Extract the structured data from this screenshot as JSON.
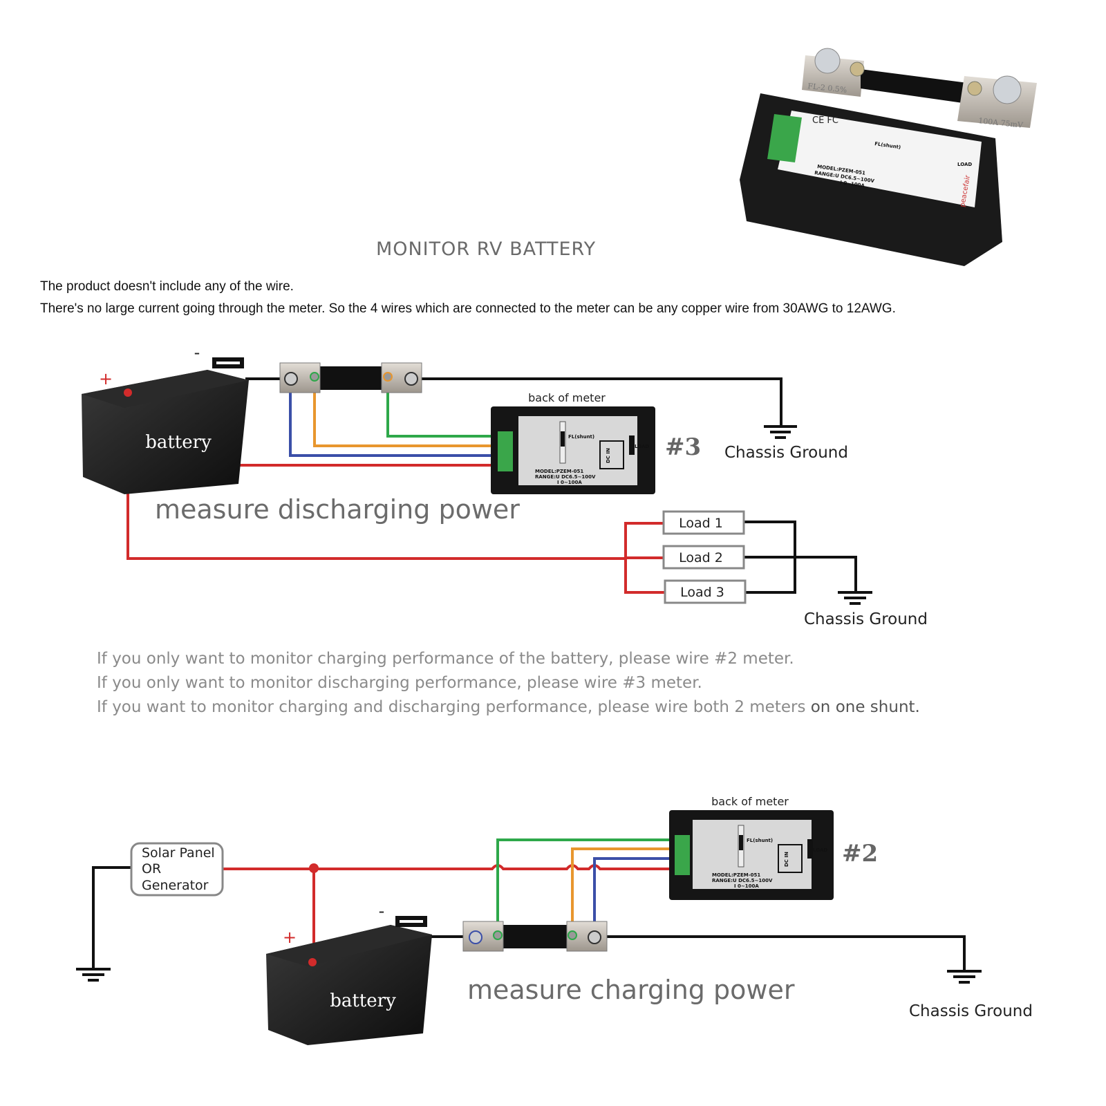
{
  "title": "MONITOR RV BATTERY",
  "notes": [
    "The product doesn't include any of the wire.",
    "There's no large current going through the meter. So the 4 wires which are connected to the meter can be any copper wire from 30AWG to 12AWG."
  ],
  "product_photo": {
    "shunt_left_marking": "FL-2 0.5%",
    "shunt_right_marking": "100A 75mV",
    "certifications": "CE FC",
    "brand": "peacefair"
  },
  "meter_label": {
    "shunt": "FL(shunt)",
    "load": "LOAD",
    "dc_in": "DC IN",
    "model": "MODEL:PZEM-051",
    "range_u": "RANGE:U DC6.5~100V",
    "range_i": "I 0~100A"
  },
  "diagram_discharge": {
    "battery_label": "battery",
    "plus": "+",
    "minus": "-",
    "meter_caption": "back of meter",
    "meter_number": "#3",
    "ground_label": "Chassis Ground",
    "caption": "measure discharging power",
    "loads": [
      "Load 1",
      "Load 2",
      "Load 3"
    ],
    "load_ground_label": "Chassis Ground"
  },
  "instructions": {
    "line1": "If you only want to monitor charging performance of the battery, please wire #2 meter.",
    "line2": "If you only want to monitor discharging performance, please wire #3 meter.",
    "line3_a": "If you want to monitor charging and discharging performance, please wire both 2 meters ",
    "line3_b": "on one shunt."
  },
  "diagram_charge": {
    "source_lines": [
      "Solar Panel",
      "OR",
      "Generator"
    ],
    "battery_label": "battery",
    "plus": "+",
    "minus": "-",
    "meter_caption": "back of meter",
    "meter_number": "#2",
    "caption": "measure charging power",
    "ground_label": "Chassis Ground"
  },
  "colors": {
    "positive_wire": "#d22b2b",
    "negative_wire": "#111111",
    "sense_green": "#2ea84a",
    "sense_orange": "#e8962e",
    "sense_blue": "#3b4fa8",
    "terminal_green": "#3aa64a"
  }
}
